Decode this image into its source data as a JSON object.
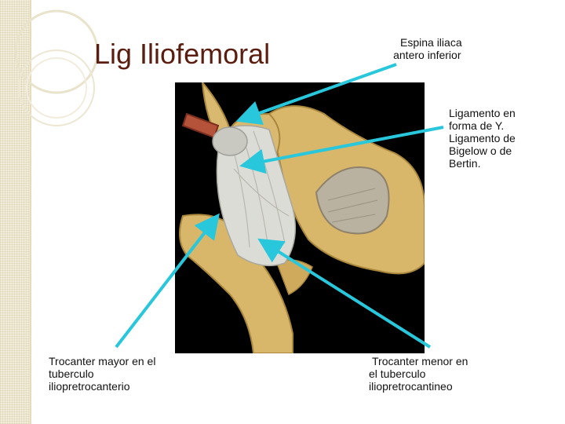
{
  "slide": {
    "title": "Lig Iliofemoral",
    "labels": {
      "aiis": [
        "Espina iliaca",
        "antero inferior"
      ],
      "y_ligament": [
        "Ligamento en",
        "forma de Y.",
        "Ligamento de",
        "Bigelow o de",
        "Bertin."
      ],
      "greater_trochanter": [
        "Trocanter mayor en el",
        "tuberculo",
        "iliopretrocanterio"
      ],
      "lesser_trochanter": [
        "Trocanter menor en",
        "el tuberculo",
        "iliopretrocantineo"
      ]
    }
  },
  "colors": {
    "title": "#5a1e10",
    "arrow": "#29c7dc",
    "sidebar": "#f3eedb",
    "photo_background": "#000000",
    "bone": "#d8b66a",
    "ligament": "#dcdcd6"
  },
  "image": {
    "subject": "hip-joint-anatomical-illustration"
  }
}
